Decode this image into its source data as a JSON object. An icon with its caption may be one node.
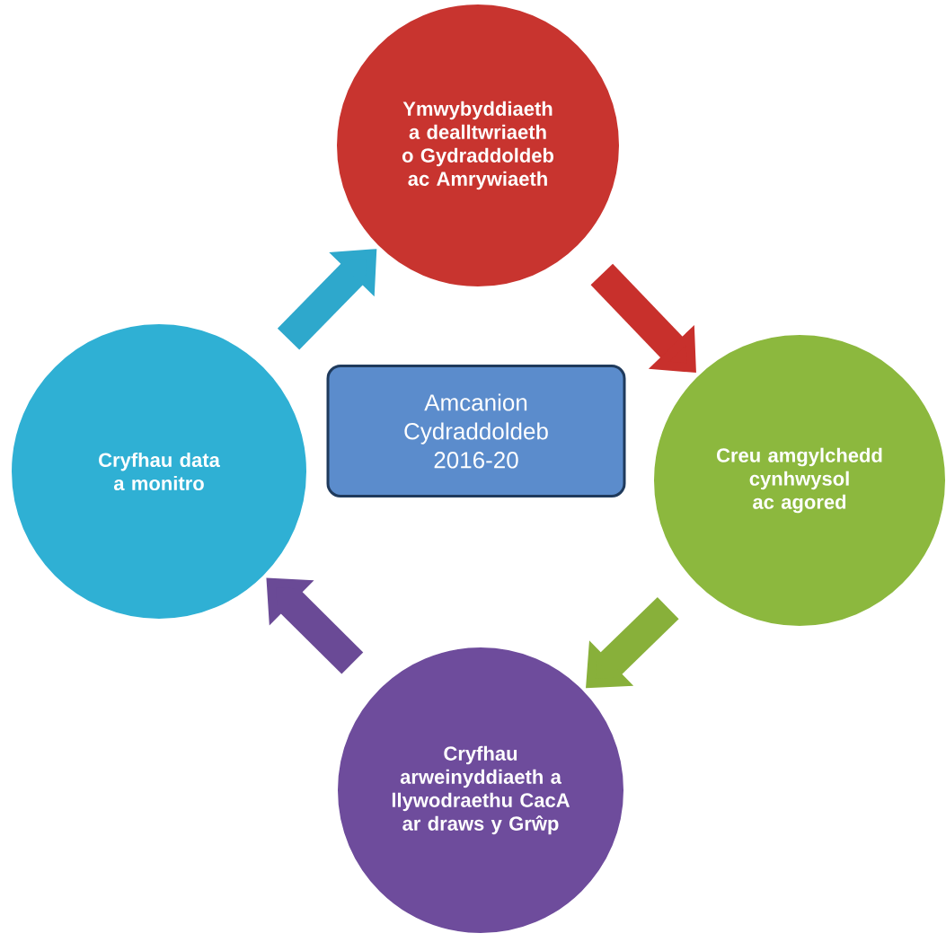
{
  "diagram": {
    "nodes": [
      {
        "text": [
          "Amcanion Cydraddoldeb 2016-20"
        ]
      },
      {
        "text": [
          "Ymwybyddiaeth a dealltwriaeth o Gydraddoldeb ac Amrywiaeth"
        ]
      },
      {
        "text": [
          "Creu amgylchedd cynhwysol ac agored"
        ]
      },
      {
        "text": [
          "Cryfhau arweinyddiaeth a llywodraethu CacA ar draws y Grŵp"
        ]
      },
      {
        "text": [
          "Cryfhau data a monitro"
        ]
      }
    ],
    "edges": [
      {
        "from": 1,
        "to": 2,
        "arrow": "to",
        "color": "#c8302c"
      },
      {
        "from": 2,
        "to": 3,
        "arrow": "to",
        "color": "#88b03a"
      },
      {
        "from": 3,
        "to": 4,
        "arrow": "to",
        "color": "#6a4a96"
      },
      {
        "from": 4,
        "to": 1,
        "arrow": "to",
        "color": "#2ea8cc"
      }
    ]
  }
}
